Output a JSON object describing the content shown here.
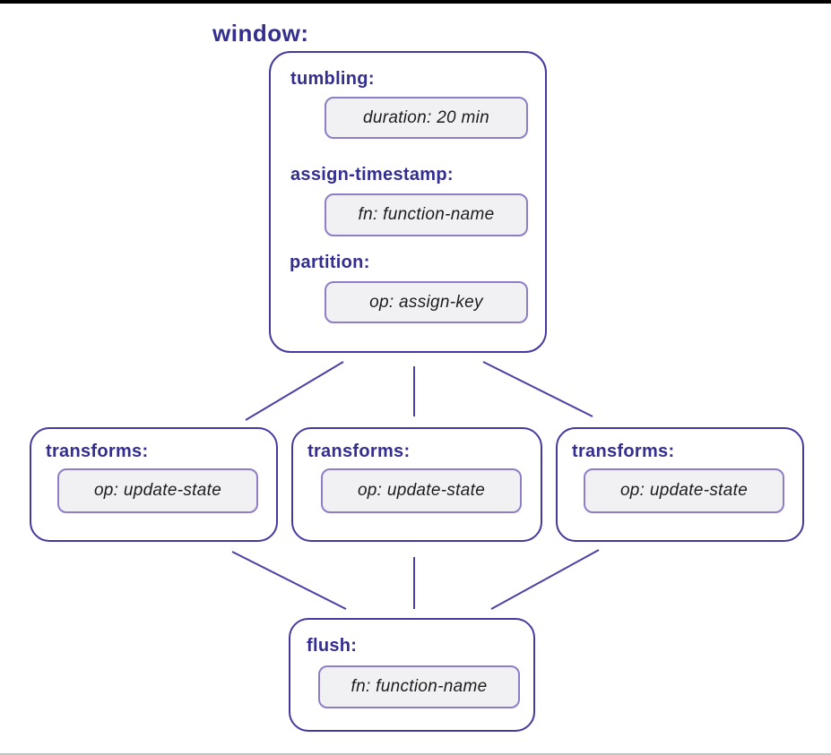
{
  "colors": {
    "top_bar_color": "#000000",
    "bottom_line_color": "#c4c4c6",
    "node_border": "#44399e",
    "label_text": "#332e8f",
    "inner_border": "#8f7ec6",
    "inner_fill": "#f1f0f3",
    "inner_text": "#1c1c1c",
    "connector_dark": "#424242",
    "connector_purple": "#4c40a4"
  },
  "diagram": {
    "root_label": "window:",
    "window_node": {
      "fields": [
        {
          "label": "tumbling:",
          "value": "duration: 20 min"
        },
        {
          "label": "assign-timestamp:",
          "value": "fn: function-name"
        },
        {
          "label": "partition:",
          "value": "op: assign-key"
        }
      ]
    },
    "transform_nodes": [
      {
        "label": "transforms:",
        "value": "op: update-state"
      },
      {
        "label": "transforms:",
        "value": "op: update-state"
      },
      {
        "label": "transforms:",
        "value": "op: update-state"
      }
    ],
    "flush_node": {
      "label": "flush:",
      "value": "fn: function-name"
    }
  }
}
